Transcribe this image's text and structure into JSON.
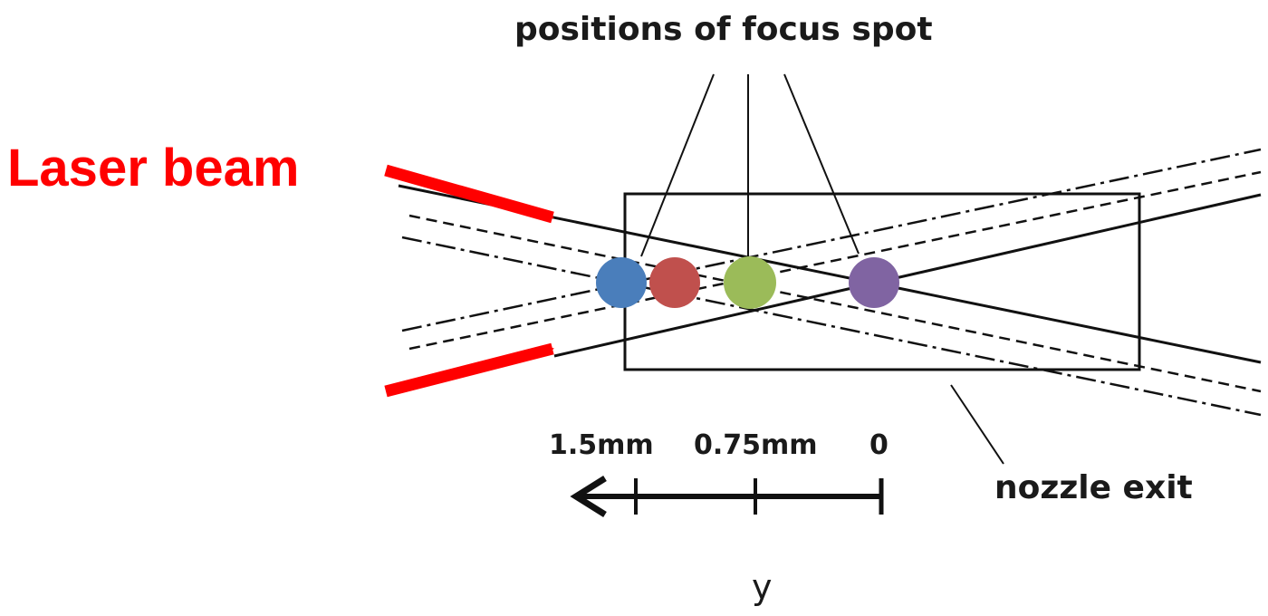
{
  "title": "positions of focus spot",
  "laser_label": "Laser beam",
  "axis": {
    "symbol": "y",
    "ticks": [
      "1.5mm",
      "0.75mm",
      "0"
    ]
  },
  "nozzle_label": "nozzle exit",
  "focus_spots": [
    {
      "color": "#4a7ebb",
      "name": "blue"
    },
    {
      "color": "#c0504d",
      "name": "red"
    },
    {
      "color": "#9bbb59",
      "name": "green"
    },
    {
      "color": "#8064a2",
      "name": "purple"
    }
  ],
  "colors": {
    "laser": "#ff0000",
    "line": "#111111"
  }
}
